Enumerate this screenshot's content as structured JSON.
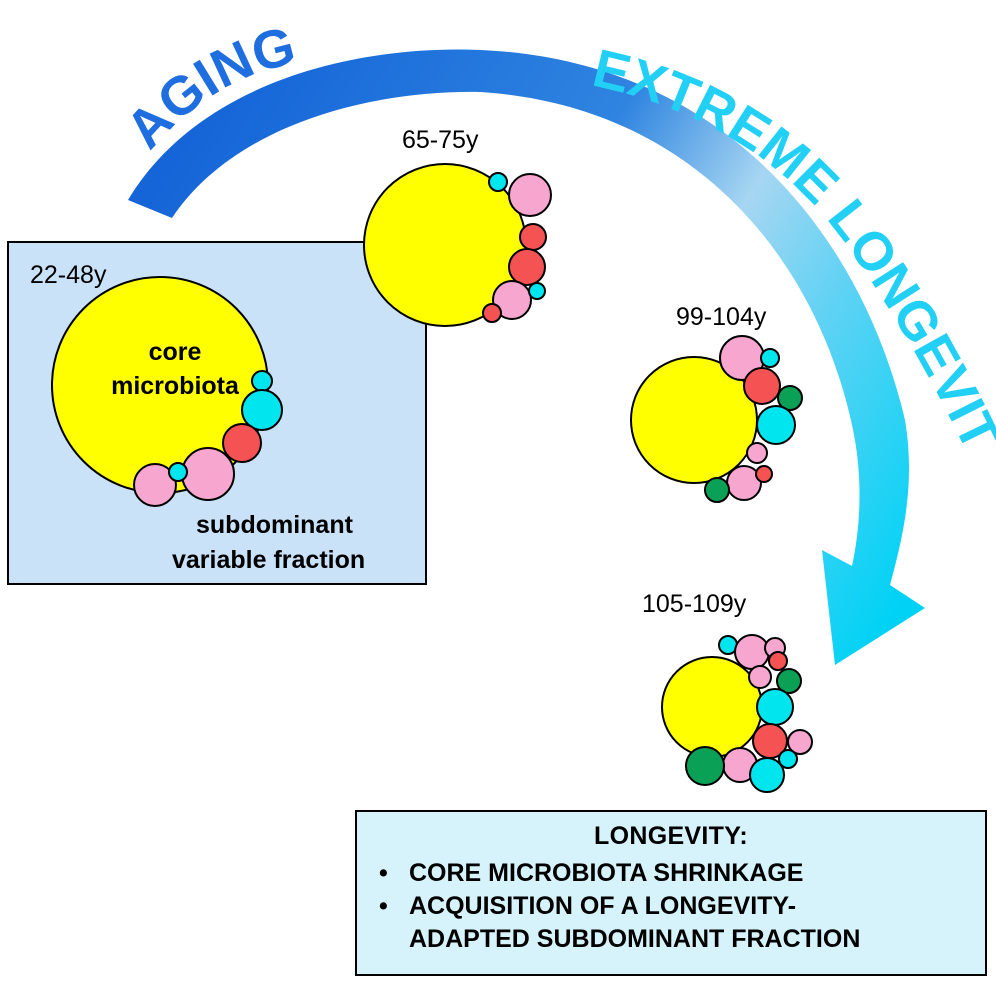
{
  "arrow_labels": {
    "aging": "AGING",
    "extreme_longevity": "EXTREME LONGEVITY"
  },
  "groups": [
    {
      "age": "22-48y",
      "core_label_line1": "core",
      "core_label_line2": "microbiota",
      "fraction_label_line1": "subdominant",
      "fraction_label_line2": "variable fraction"
    },
    {
      "age": "65-75y"
    },
    {
      "age": "99-104y"
    },
    {
      "age": "105-109y"
    }
  ],
  "summary": {
    "title": "LONGEVITY:",
    "items": [
      {
        "line1": "CORE MICROBIOTA SHRINKAGE",
        "line2": ""
      },
      {
        "line1": "ACQUISITION OF A LONGEVITY-",
        "line2": "ADAPTED SUBDOMINANT FRACTION"
      }
    ]
  },
  "colors": {
    "core": "#ffff00",
    "pink": "#f7a6d0",
    "cyan": "#00e5ee",
    "red": "#f55353",
    "green": "#0aa055",
    "young_box": "#c9e2f8",
    "aging_arrow": "#1565d8",
    "longevity_arrow": "#27c8f0"
  }
}
